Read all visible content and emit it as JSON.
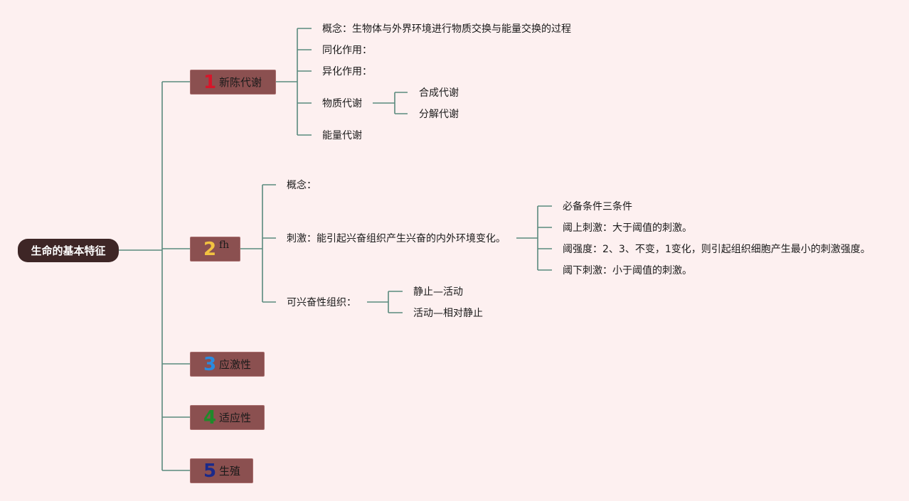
{
  "root": {
    "label": "生命的基本特征"
  },
  "topics": [
    {
      "number": "1",
      "label": "新陈代谢",
      "color": "#d6162a"
    },
    {
      "number": "2",
      "label": "fh",
      "color": "#f2c240"
    },
    {
      "number": "3",
      "label": "应激性",
      "color": "#2a8be0"
    },
    {
      "number": "4",
      "label": "适应性",
      "color": "#1f8a2a"
    },
    {
      "number": "5",
      "label": "生殖",
      "color": "#1c2a8a"
    }
  ],
  "metabolism": {
    "concept": "概念：生物体与外界环境进行物质交换与能量交换的过程",
    "assimilation": "同化作用：",
    "dissimilation": "异化作用：",
    "material": "物质代谢",
    "synthesis": "合成代谢",
    "decomposition": "分解代谢",
    "energy": "能量代谢"
  },
  "fh": {
    "concept": "概念：",
    "stimulus": "刺激：能引起兴奋组织产生兴奋的内外环境变化。",
    "conditions": "必备条件三条件",
    "supra": "阈上刺激：大于阈值的刺激。",
    "threshold": "阈强度：2、3、不变，1变化，则引起组织细胞产生最小的刺激强度。",
    "sub": "阈下刺激：小于阈值的刺激。",
    "excitable": "可兴奋性组织：",
    "rest_active": "静止—活动",
    "active_rest": "活动—相对静止"
  }
}
